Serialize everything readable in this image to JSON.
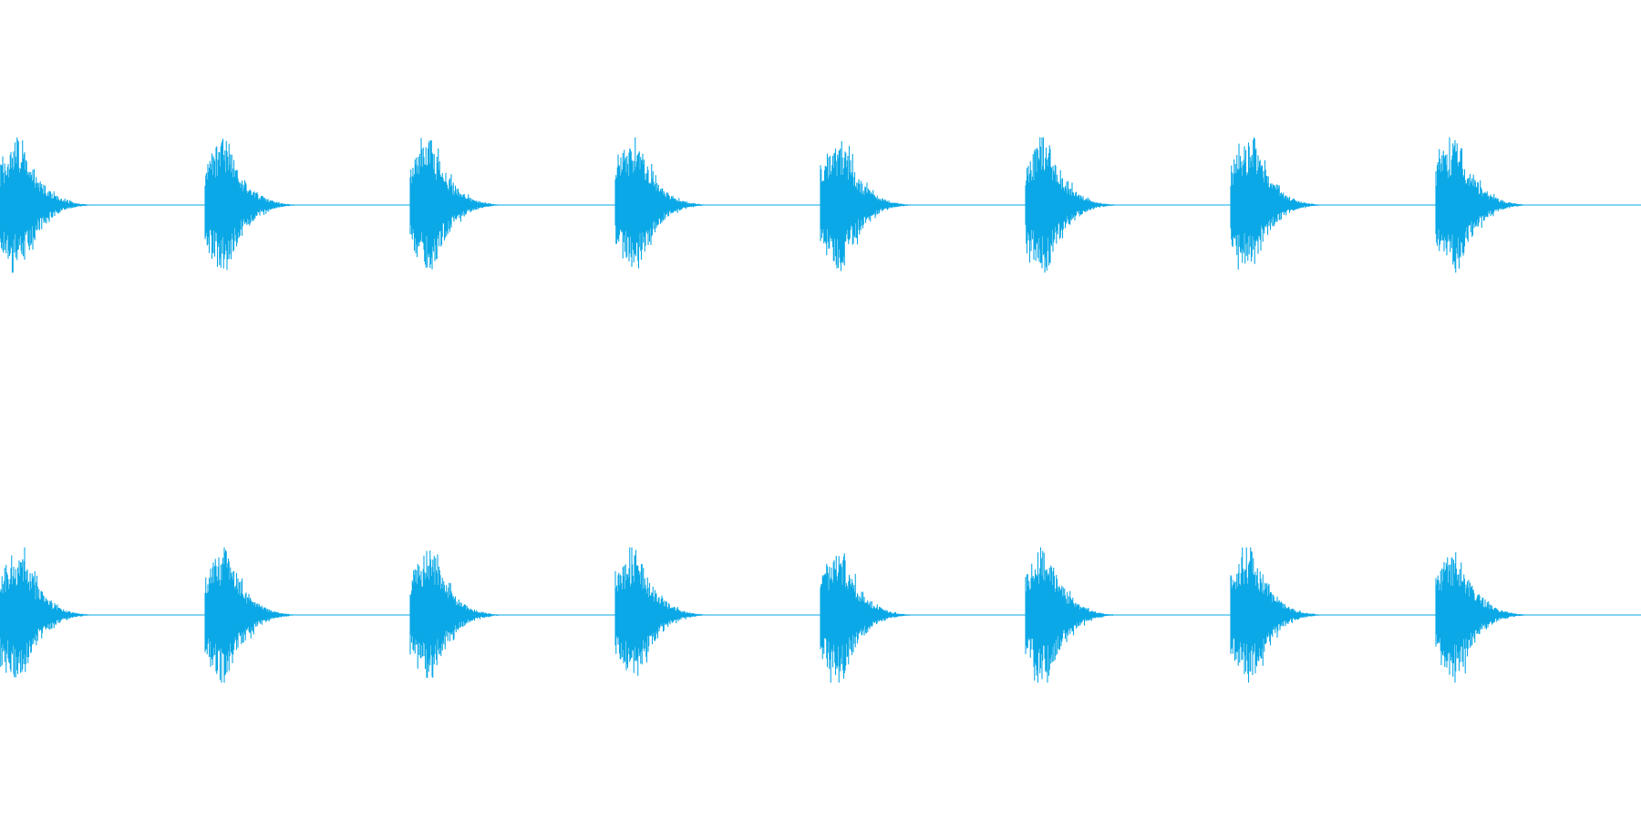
{
  "chart_data": {
    "type": "area",
    "x_range": [
      0,
      8
    ],
    "y_range": [
      -1,
      1
    ],
    "grid": false,
    "colors": {
      "background": "#ffffff",
      "waveform": "#0aa8e6"
    },
    "series": [
      {
        "channel": 1,
        "event_count": 8,
        "event_period": 1,
        "event_onsets": [
          0,
          1,
          2,
          3,
          4,
          5,
          6,
          7
        ],
        "peak_amplitude": 0.98,
        "decay_length": 0.55
      },
      {
        "channel": 2,
        "event_count": 8,
        "event_period": 1,
        "event_onsets": [
          0,
          1,
          2,
          3,
          4,
          5,
          6,
          7
        ],
        "peak_amplitude": 0.98,
        "decay_length": 0.55
      }
    ]
  }
}
